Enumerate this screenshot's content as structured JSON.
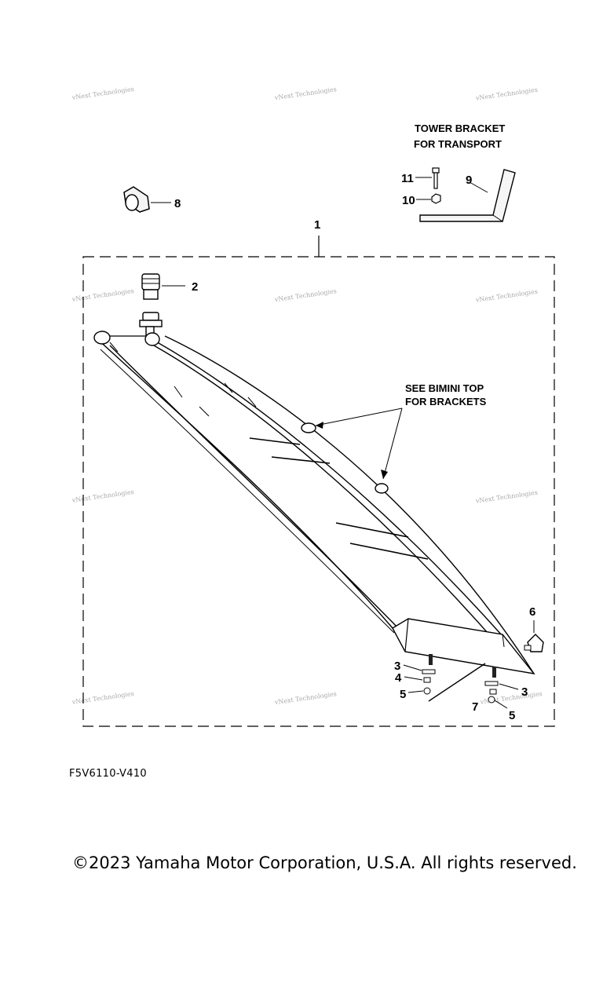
{
  "diagram": {
    "callouts": {
      "c1": "1",
      "c2": "2",
      "c3a": "3",
      "c3b": "3",
      "c4": "4",
      "c5a": "5",
      "c5b": "5",
      "c6": "6",
      "c7": "7",
      "c8": "8",
      "c9": "9",
      "c10": "10",
      "c11": "11"
    },
    "notes": {
      "tower_bracket_line1": "TOWER BRACKET",
      "tower_bracket_line2": "FOR TRANSPORT",
      "bimini_line1": "SEE BIMINI TOP",
      "bimini_line2": "FOR BRACKETS"
    },
    "watermark": "vNext Technologies",
    "diagram_code": "F5V6110-V410"
  },
  "footer": {
    "copyright": "©2023 Yamaha Motor Corporation, U.S.A. All rights reserved."
  }
}
